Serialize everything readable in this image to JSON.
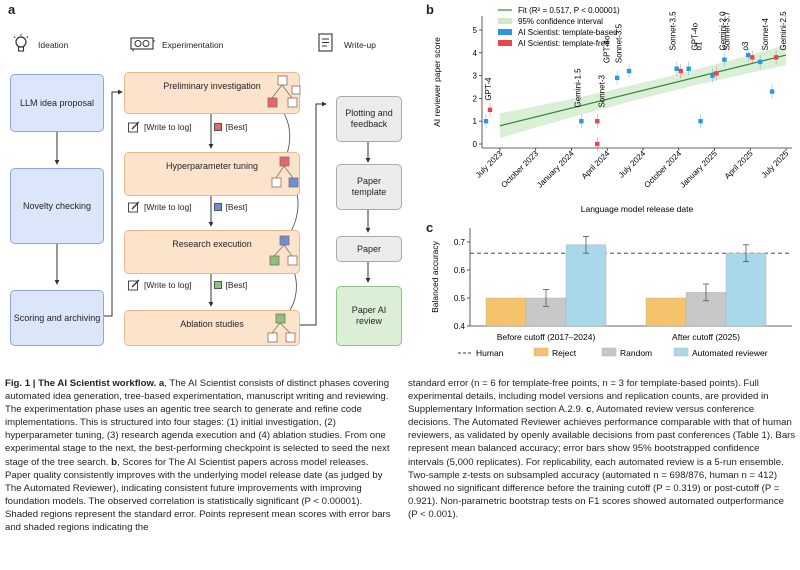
{
  "panel_a": {
    "label": "a",
    "headers": {
      "ideation": "Ideation",
      "experimentation": "Experimentation",
      "writeup": "Write-up"
    },
    "ideation_boxes": [
      "LLM idea proposal",
      "Novelty checking",
      "Scoring and archiving"
    ],
    "experiment_boxes": [
      "Preliminary investigation",
      "Hyperparameter tuning",
      "Research execution",
      "Ablation studies"
    ],
    "log_text": "[Write to log]",
    "best_text": "[Best]",
    "writeup_boxes": [
      "Plotting and feedback",
      "Paper template",
      "Paper",
      "Paper AI review"
    ],
    "colors": {
      "best1": "#e8656e",
      "best2": "#6b8fd8",
      "best3": "#86c47c"
    }
  },
  "panel_b": {
    "label": "b"
  },
  "panel_c": {
    "label": "c"
  },
  "chart_data": [
    {
      "type": "scatter",
      "ylabel": "AI reviewer paper score",
      "xlabel": "Language model release date",
      "ylim": [
        0,
        5
      ],
      "yticks": [
        0,
        1,
        2,
        3,
        4,
        5
      ],
      "xticks": [
        "July 2023",
        "October 2023",
        "January 2024",
        "April 2024",
        "July 2024",
        "October 2024",
        "January 2025",
        "April 2025",
        "July 2025"
      ],
      "legend": {
        "fit": "Fit (R² = 0.517, P < 0.00001)",
        "ci": "95% confidence interval",
        "template_based": "AI Scientist: template-based",
        "template_free": "AI Scientist: template-free"
      },
      "fit_line": {
        "x": [
          "2023-07",
          "2025-07"
        ],
        "y": [
          0.8,
          3.9
        ]
      },
      "model_labels": [
        {
          "name": "GPT-4",
          "date": "2023-06"
        },
        {
          "name": "Gemini-1.5",
          "date": "2024-02"
        },
        {
          "name": "Sonnet-3",
          "date": "2024-03"
        },
        {
          "name": "GPT-4o",
          "date": "2024-05"
        },
        {
          "name": "Sonnet-3.5",
          "date": "2024-06"
        },
        {
          "name": "Sonnet-3.5",
          "date": "2024-10"
        },
        {
          "name": "GPT-4o",
          "date": "2024-11"
        },
        {
          "name": "o1",
          "date": "2024-12"
        },
        {
          "name": "Gemini-2.0",
          "date": "2025-01"
        },
        {
          "name": "Sonnet-3.7",
          "date": "2025-02"
        },
        {
          "name": "o3",
          "date": "2025-04"
        },
        {
          "name": "Sonnet-4",
          "date": "2025-05"
        },
        {
          "name": "Gemini-2.5",
          "date": "2025-06"
        }
      ],
      "series": [
        {
          "name": "AI Scientist: template-based",
          "color": "#2b97dd",
          "points": [
            [
              "2023-06",
              1.0
            ],
            [
              "2024-02",
              1.0
            ],
            [
              "2024-05",
              2.9
            ],
            [
              "2024-06",
              3.2
            ],
            [
              "2024-10",
              3.3
            ],
            [
              "2024-11",
              3.3
            ],
            [
              "2024-12",
              1.0
            ],
            [
              "2025-01",
              3.0
            ],
            [
              "2025-02",
              3.7
            ],
            [
              "2025-04",
              3.9
            ],
            [
              "2025-05",
              3.6
            ],
            [
              "2025-06",
              2.3
            ]
          ]
        },
        {
          "name": "AI Scientist: template-free",
          "color": "#e8454f",
          "points": [
            [
              "2023-06",
              1.5
            ],
            [
              "2024-03",
              1.0
            ],
            [
              "2024-03",
              0.0
            ],
            [
              "2024-10",
              3.2
            ],
            [
              "2025-01",
              3.1
            ],
            [
              "2025-04",
              3.8
            ],
            [
              "2025-06",
              3.8
            ]
          ]
        }
      ]
    },
    {
      "type": "bar",
      "ylabel": "Balanced accuracy",
      "ylim": [
        0.4,
        0.75
      ],
      "yticks": [
        "0.4",
        "0.5",
        "0.6",
        "0.7"
      ],
      "categories": [
        "Before cutoff (2017–2024)",
        "After cutoff (2025)"
      ],
      "series": [
        {
          "name": "Reject",
          "color": "#f5c36b",
          "values": [
            0.5,
            0.5
          ]
        },
        {
          "name": "Random",
          "color": "#c8c8c8",
          "values": [
            0.5,
            0.52
          ]
        },
        {
          "name": "Automated reviewer",
          "color": "#a9d8ea",
          "values": [
            0.69,
            0.66
          ]
        }
      ],
      "human_line": {
        "name": "Human",
        "value": 0.66
      }
    }
  ],
  "caption_left": {
    "fig": "Fig. 1 | The AI Scientist workflow.",
    "a": "a",
    "text1": ", The AI Scientist consists of distinct phases covering automated idea generation, tree-based experimentation, manuscript writing and reviewing. The experimentation phase uses an agentic tree search to generate and refine code implementations. This is structured into four stages: (1) initial investigation, (2) hyperparameter tuning, (3) research agenda execution and (4) ablation studies. From one experimental stage to the next, the best-performing checkpoint is selected to seed the next stage of the tree search.",
    "b": "b",
    "text2": ", Scores for The AI Scientist papers across model releases. Paper quality consistently improves with the underlying model release date (as judged by The Automated Reviewer), indicating consistent future improvements with improving foundation models. The observed correlation is statistically significant (P < 0.00001). Shaded regions represent the standard error. Points represent mean scores with error bars and shaded regions indicating the"
  },
  "caption_right": {
    "text1": "standard error (n = 6 for template-free points, n = 3 for template-based points). Full experimental details, including model versions and replication counts, are provided in Supplementary Information section A.2.9.",
    "c": "c",
    "text2": ", Automated review versus conference decisions. The Automated Reviewer achieves performance comparable with that of human reviewers, as validated by openly available decisions from past conferences (Table 1). Bars represent mean balanced accuracy; error bars show 95% bootstrapped confidence intervals (5,000 replicates). For replicability, each automated review is a 5-run ensemble. Two-sample z-tests on subsampled accuracy (automated n = 698/876, human n = 412) showed no significant difference before the training cutoff (P = 0.319) or post-cutoff (P = 0.921). Non-parametric bootstrap tests on F1 scores showed automated outperformance (P < 0.001)."
  }
}
